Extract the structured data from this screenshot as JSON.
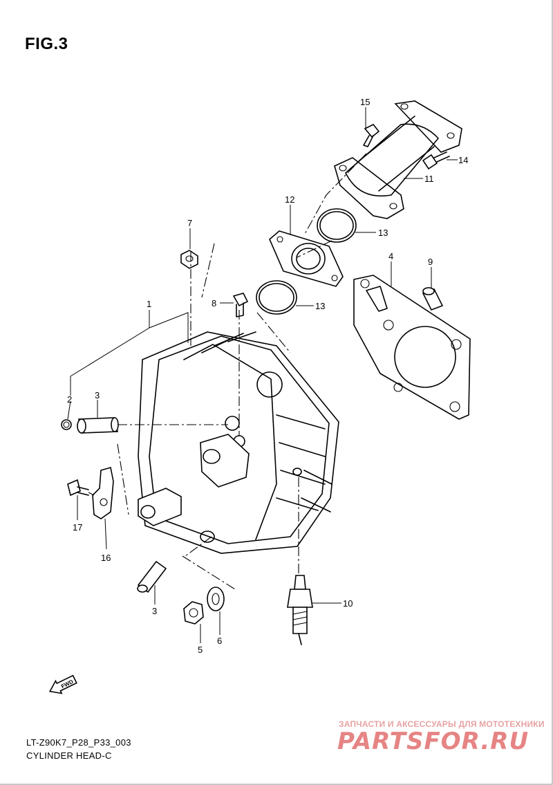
{
  "figure": {
    "title": "FIG.3"
  },
  "callouts": [
    "15",
    "14",
    "11",
    "12",
    "13",
    "13",
    "7",
    "4",
    "9",
    "8",
    "1",
    "2",
    "3",
    "3",
    "17",
    "16",
    "5",
    "6",
    "10"
  ],
  "fwd_label": "FWD",
  "footer": {
    "model_code": "LT-Z90K7_P28_P33_003",
    "section_name": "CYLINDER HEAD-C"
  },
  "watermark": {
    "tagline": "ЗАПЧАСТИ И АКСЕССУАРЫ ДЛЯ МОТОТЕХНИКИ",
    "logo": "PARTSFOR.RU"
  }
}
